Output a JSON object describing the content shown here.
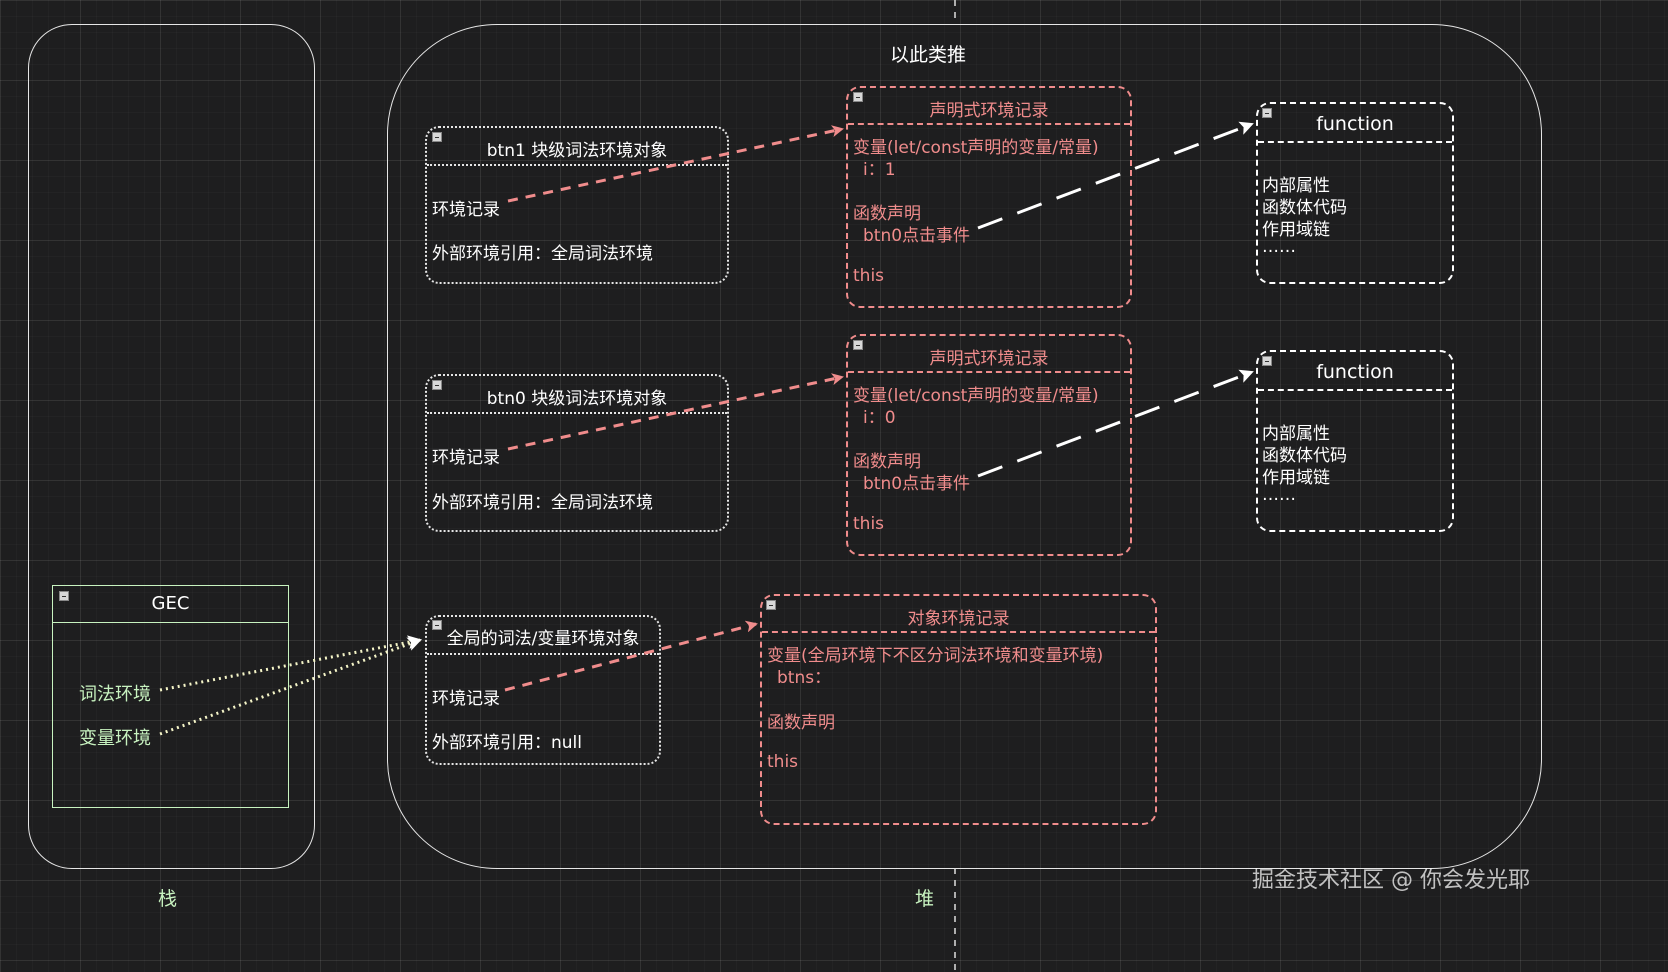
{
  "stack": {
    "label": "栈"
  },
  "heap": {
    "label": "堆",
    "title": "以此类推"
  },
  "gec": {
    "title": "GEC",
    "lexical": "词法环境",
    "variable": "变量环境"
  },
  "global_env": {
    "title": "全局的词法/变量环境对象",
    "record": "环境记录",
    "outer": "外部环境引用：null"
  },
  "object_record": {
    "title": "对象环境记录",
    "lines": [
      "变量(全局环境下不区分词法环境和变量环境)",
      "btns：",
      "函数声明",
      "this"
    ]
  },
  "btn0_env": {
    "title": "btn0 块级词法环境对象",
    "record": "环境记录",
    "outer": "外部环境引用：全局词法环境"
  },
  "btn1_env": {
    "title": "btn1 块级词法环境对象",
    "record": "环境记录",
    "outer": "外部环境引用：全局词法环境"
  },
  "decl_record_0": {
    "title": "声明式环境记录",
    "lines": [
      "变量(let/const声明的变量/常量)",
      "i：0",
      "函数声明",
      "btn0点击事件",
      "this"
    ]
  },
  "decl_record_1": {
    "title": "声明式环境记录",
    "lines": [
      "变量(let/const声明的变量/常量)",
      "i：1",
      "函数声明",
      "btn0点击事件",
      "this"
    ]
  },
  "function_0": {
    "title": "function",
    "lines": [
      "内部属性",
      "函数体代码",
      "作用域链",
      "……"
    ]
  },
  "function_1": {
    "title": "function",
    "lines": [
      "内部属性",
      "函数体代码",
      "作用域链",
      "……"
    ]
  },
  "watermark": "掘金技术社区 @ 你会发光耶",
  "colors": {
    "background": "#1e1e1f",
    "pink": "#f08c8c",
    "green": "#c8f3c0",
    "yellow_dots": "#f5f5c8",
    "white": "#ffffff"
  }
}
